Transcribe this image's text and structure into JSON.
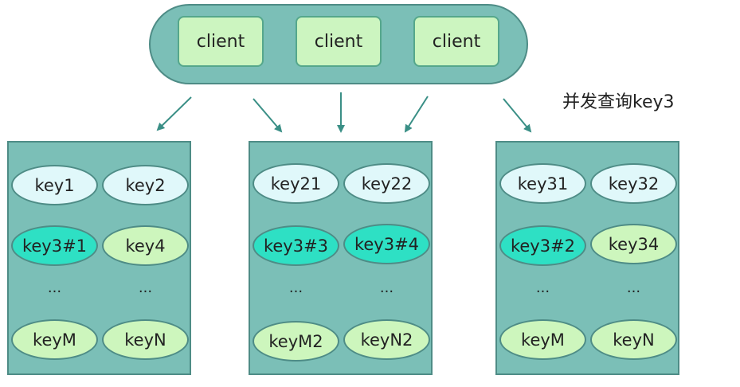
{
  "clients": [
    "client",
    "client",
    "client"
  ],
  "note": "并发查询key3",
  "nodes": [
    {
      "rows": [
        [
          "key1",
          "key2"
        ],
        [
          "key3#1",
          "key4"
        ],
        [
          "...",
          "..."
        ],
        [
          "keyM",
          "keyN"
        ]
      ],
      "styles": [
        [
          "light",
          "light"
        ],
        [
          "hit",
          "green"
        ],
        [
          "",
          ""
        ],
        [
          "green",
          "green"
        ]
      ]
    },
    {
      "rows": [
        [
          "key21",
          "key22"
        ],
        [
          "key3#3",
          "key3#4"
        ],
        [
          "...",
          "..."
        ],
        [
          "keyM2",
          "keyN2"
        ]
      ],
      "styles": [
        [
          "light",
          "light"
        ],
        [
          "hit",
          "hit"
        ],
        [
          "",
          ""
        ],
        [
          "green",
          "green"
        ]
      ]
    },
    {
      "rows": [
        [
          "key31",
          "key32"
        ],
        [
          "key3#2",
          "key34"
        ],
        [
          "...",
          "..."
        ],
        [
          "keyM",
          "keyN"
        ]
      ],
      "styles": [
        [
          "light",
          "light"
        ],
        [
          "hit",
          "green"
        ],
        [
          "",
          ""
        ],
        [
          "green",
          "green"
        ]
      ]
    }
  ],
  "colors": {
    "container": "#7bbfb7",
    "border": "#4e8c86",
    "client_fill": "#ccf5c0",
    "key_light": "#e0f8fa",
    "key_hit": "#2ee0c4",
    "key_green": "#cdf6bd",
    "arrow": "#3a8f86"
  }
}
